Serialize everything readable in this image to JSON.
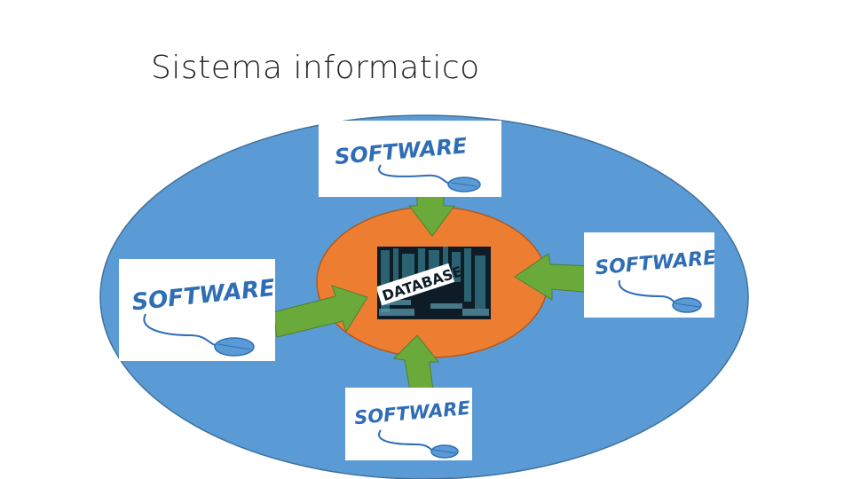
{
  "title": "Sistema informatico",
  "colors": {
    "outer_ellipse": "#5b9bd5",
    "inner_ellipse": "#ed7d31",
    "arrow": "#6aaa3a",
    "software_text": "#2f6db5",
    "mouse": "#5b9bd5"
  },
  "database": {
    "label": "DATABASE"
  },
  "software_cards": [
    {
      "id": "top",
      "label": "SOFTWARE"
    },
    {
      "id": "left",
      "label": "SOFTWARE"
    },
    {
      "id": "right",
      "label": "SOFTWARE"
    },
    {
      "id": "bottom",
      "label": "SOFTWARE"
    }
  ],
  "icons": [
    "computer-mouse-icon",
    "database-word-cloud-icon",
    "arrow-icon"
  ]
}
